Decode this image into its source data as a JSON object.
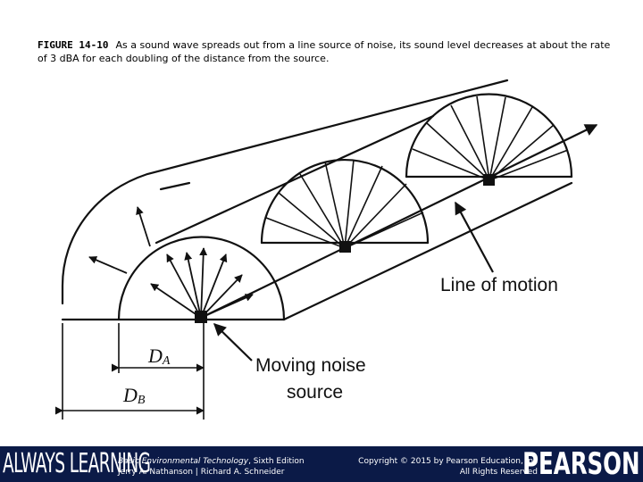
{
  "caption": {
    "figure_label": "FIGURE 14-10",
    "text": "As a sound wave spreads out from a line source of noise, its sound level decreases at about the rate of 3 dBA for each doubling of the distance from the source."
  },
  "diagram": {
    "labels": {
      "line_of_motion": "Line of motion",
      "moving_noise_1": "Moving noise",
      "moving_noise_2": "source",
      "da_main": "D",
      "da_sub": "A",
      "db_main": "D",
      "db_sub": "B"
    }
  },
  "footer": {
    "always_learning": "ALWAYS LEARNING",
    "book_title": "Basic Environmental Technology",
    "book_edition": ", Sixth Edition",
    "authors": "Jerry A. Nathanson | Richard A. Schneider",
    "copyright": "Copyright © 2015 by Pearson Education, Inc",
    "rights": "All Rights Reserved",
    "pearson": "PEARSON",
    "colors": {
      "bar": "#0b1a47",
      "text": "#ffffff"
    }
  }
}
